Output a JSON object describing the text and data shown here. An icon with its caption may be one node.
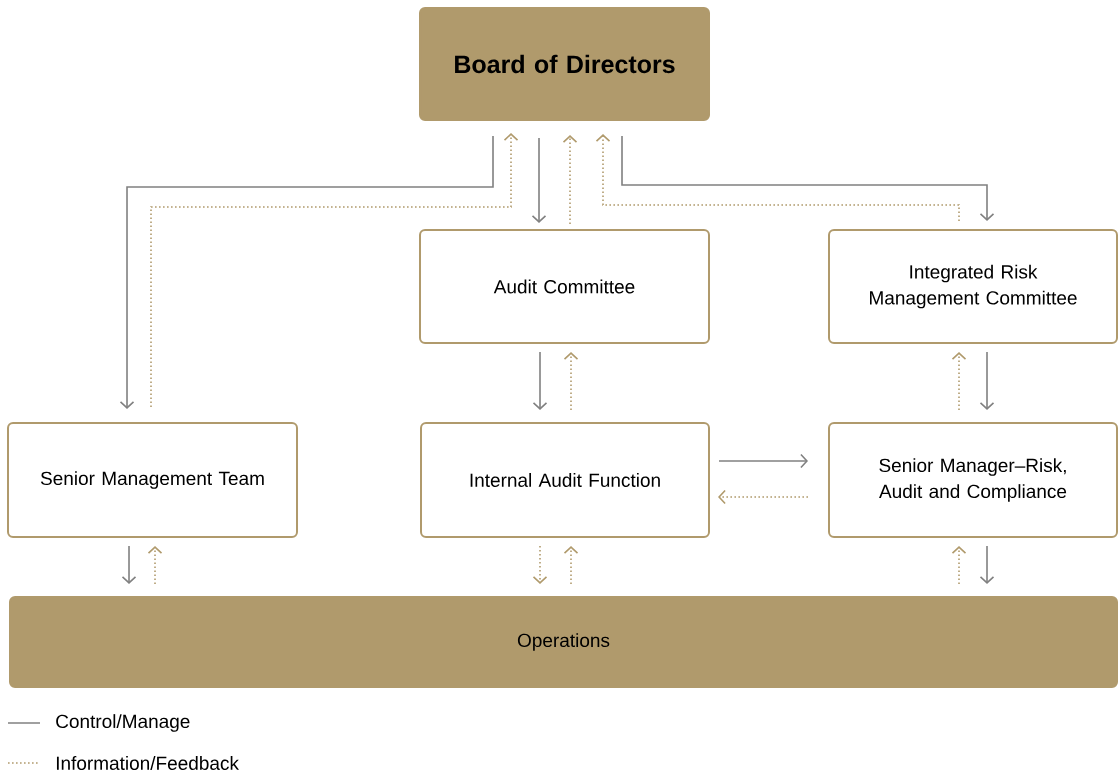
{
  "diagram": {
    "nodes": [
      {
        "text": [
          "Board of Directors"
        ]
      },
      {
        "text": [
          "Audit Committee"
        ]
      },
      {
        "text": [
          "Integrated Risk Management Committee"
        ]
      },
      {
        "text": [
          "Senior Management Team"
        ]
      },
      {
        "text": [
          "Internal Audit Function"
        ]
      },
      {
        "text": [
          "Senior Manager–Risk, Audit and Compliance"
        ]
      },
      {
        "text": [
          "Operations"
        ]
      }
    ],
    "edges": [
      {
        "from": 0,
        "to": 3,
        "arrow": "to",
        "color": "#808080"
      },
      {
        "from": 3,
        "to": 0,
        "arrow": "to",
        "style": "dashed",
        "color": "#b09a6c"
      },
      {
        "from": 0,
        "to": 1,
        "arrow": "to",
        "color": "#808080"
      },
      {
        "from": 1,
        "to": 0,
        "arrow": "to",
        "style": "dashed",
        "color": "#b09a6c"
      },
      {
        "from": 0,
        "to": 2,
        "arrow": "to",
        "color": "#808080"
      },
      {
        "from": 2,
        "to": 0,
        "arrow": "to",
        "style": "dashed",
        "color": "#b09a6c"
      },
      {
        "from": 1,
        "to": 4,
        "arrow": "to",
        "color": "#808080"
      },
      {
        "from": 4,
        "to": 1,
        "arrow": "to",
        "style": "dashed",
        "color": "#b09a6c"
      },
      {
        "from": 2,
        "to": 5,
        "arrow": "to",
        "color": "#808080"
      },
      {
        "from": 5,
        "to": 2,
        "arrow": "to",
        "style": "dashed",
        "color": "#b09a6c"
      },
      {
        "from": 4,
        "to": 5,
        "arrow": "to",
        "color": "#808080"
      },
      {
        "from": 5,
        "to": 4,
        "arrow": "to",
        "style": "dashed",
        "color": "#b09a6c"
      },
      {
        "from": 3,
        "to": 6,
        "arrow": "to",
        "color": "#808080"
      },
      {
        "from": 6,
        "to": 3,
        "arrow": "to",
        "style": "dashed",
        "color": "#b09a6c"
      },
      {
        "from": 4,
        "to": 6,
        "arrow": "to",
        "style": "dashed",
        "color": "#b09a6c"
      },
      {
        "from": 6,
        "to": 4,
        "arrow": "to",
        "style": "dashed",
        "color": "#b09a6c"
      },
      {
        "from": 6,
        "to": 5,
        "arrow": "to",
        "style": "dashed",
        "color": "#b09a6c"
      },
      {
        "from": 5,
        "to": 6,
        "arrow": "to",
        "color": "#808080"
      }
    ],
    "legend": [
      {
        "text": "Control/Manage"
      },
      {
        "text": "Information/Feedback"
      }
    ]
  }
}
